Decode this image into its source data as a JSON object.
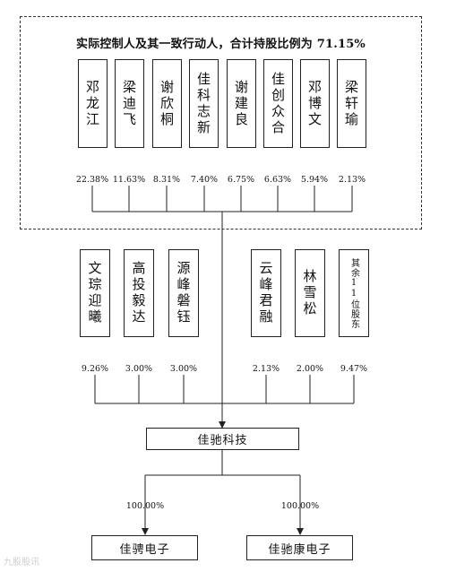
{
  "title": "实际控制人及其一致行动人，合计持股比例为 71.15%",
  "top_shareholders": [
    {
      "name": "邓龙江",
      "pct": "22.38%"
    },
    {
      "name": "梁迪飞",
      "pct": "11.63%"
    },
    {
      "name": "谢欣桐",
      "pct": "8.31%"
    },
    {
      "name": "佳科志新",
      "pct": "7.40%"
    },
    {
      "name": "谢建良",
      "pct": "6.75%"
    },
    {
      "name": "佳创众合",
      "pct": "6.63%"
    },
    {
      "name": "邓博文",
      "pct": "5.94%"
    },
    {
      "name": "梁轩瑜",
      "pct": "2.13%"
    }
  ],
  "other_shareholders": [
    {
      "name": "文琮迎曦",
      "pct": "9.26%"
    },
    {
      "name": "高投毅达",
      "pct": "3.00%"
    },
    {
      "name": "源峰磐钰",
      "pct": "3.00%"
    },
    {
      "name": "云峰君融",
      "pct": "2.13%"
    },
    {
      "name": "林雪松",
      "pct": "2.00%"
    },
    {
      "name": "其余11位股东",
      "pct": "9.47%"
    }
  ],
  "company": "佳驰科技",
  "subsidiaries": [
    {
      "name": "佳骋电子",
      "pct": "100.00%"
    },
    {
      "name": "佳驰康电子",
      "pct": "100.00%"
    }
  ],
  "watermark": "九股股讯"
}
